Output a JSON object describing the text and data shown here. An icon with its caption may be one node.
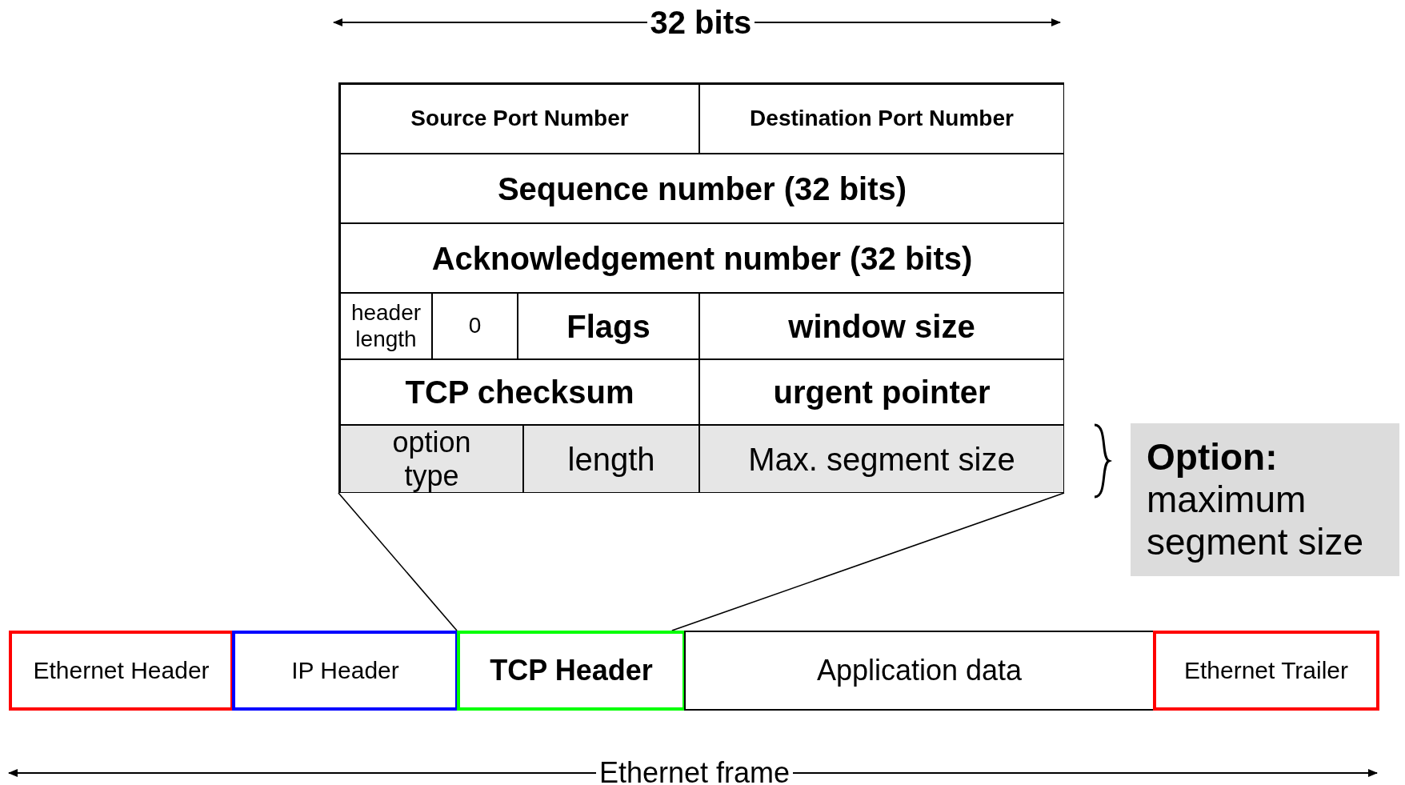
{
  "diagram": {
    "nodes": [
      {
        "text": [],
        "shape": "box"
      },
      {
        "text": [
          "Source Port Number"
        ],
        "in": 0
      },
      {
        "text": [
          "Destination Port Number"
        ],
        "in": 0
      },
      {
        "text": [
          "Sequence number (32 bits)"
        ],
        "in": 0
      },
      {
        "text": [
          "Acknowledgement number (32 bits)"
        ],
        "in": 0
      },
      {
        "text": [
          "header length"
        ],
        "in": 0
      },
      {
        "text": [
          "0"
        ],
        "in": 0
      },
      {
        "text": [
          "Flags"
        ],
        "in": 0
      },
      {
        "text": [
          "window size"
        ],
        "in": 0
      },
      {
        "text": [
          "TCP checksum"
        ],
        "in": 0
      },
      {
        "text": [
          "urgent pointer"
        ],
        "in": 0
      },
      {
        "text": [
          "option type"
        ],
        "in": 0
      },
      {
        "text": [
          "length"
        ],
        "in": 0
      },
      {
        "text": [
          "Max. segment size"
        ],
        "in": 0
      },
      {
        "text": [
          "Option:",
          "maximum segment size"
        ]
      },
      {
        "text": [
          "Ethernet Header"
        ]
      },
      {
        "text": [
          "IP Header"
        ]
      },
      {
        "text": [
          "TCP Header"
        ]
      },
      {
        "text": [
          "Application data"
        ]
      },
      {
        "text": [
          "Ethernet Trailer"
        ]
      }
    ],
    "edges": [
      {
        "from": 0,
        "to": 17,
        "arrow": "none"
      },
      {
        "from": 0,
        "to": 17,
        "arrow": "none"
      }
    ],
    "labels": [
      "32 bits",
      "Ethernet frame"
    ]
  }
}
